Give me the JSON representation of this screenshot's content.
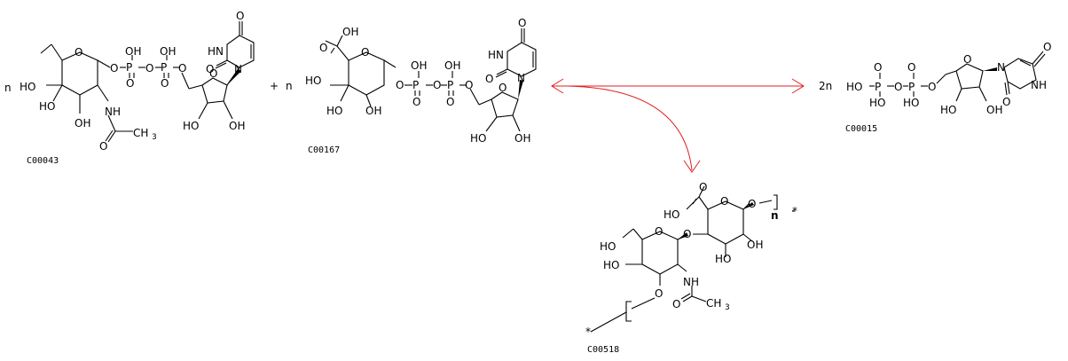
{
  "reaction": {
    "coef_udp_glcnac": "n",
    "plus": "+",
    "coef_udp_glcua": "n",
    "coef_udp": "2n",
    "ids": {
      "udp_glcnac": "C00043",
      "udp_glcua": "C00167",
      "udp": "C00015",
      "hyaluronan": "C00518"
    },
    "arrow_color": "#e02020"
  },
  "labels": {
    "OH": "OH",
    "HO": "HO",
    "O": "O",
    "P": "P",
    "N": "N",
    "HN": "HN",
    "NH": "NH",
    "CH": "CH",
    "sub3": "3",
    "n": "n",
    "star": "*"
  }
}
